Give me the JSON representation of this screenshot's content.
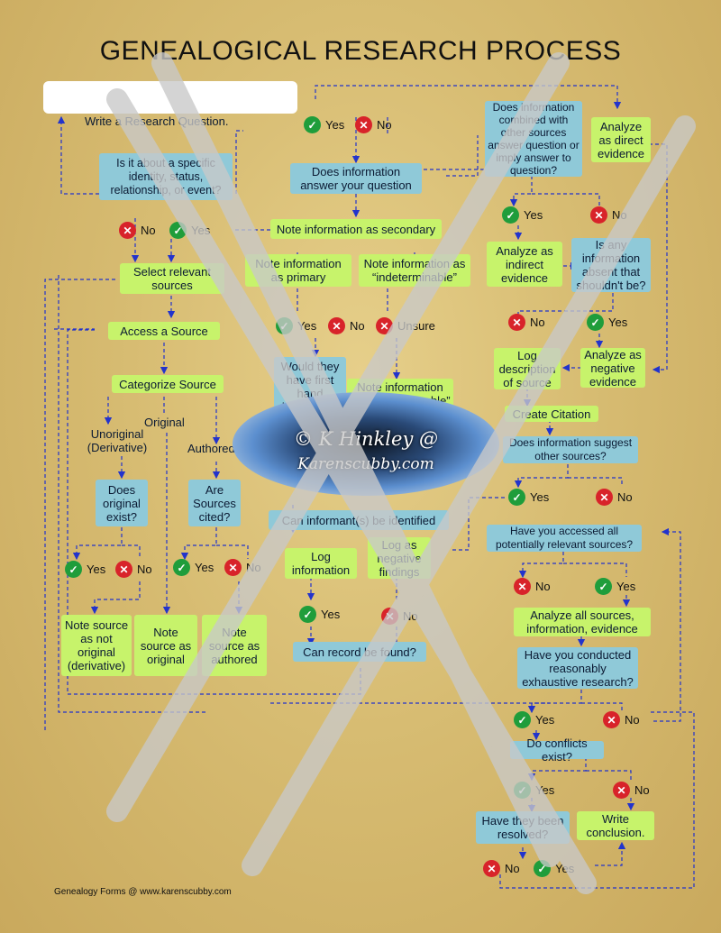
{
  "title": "GENEALOGICAL RESEARCH PROCESS",
  "boxes": {
    "write_question": "Write a Research Question.",
    "is_it_about": "Is it about a specific identity, status, relationship, or event?",
    "select_sources": "Select relevant sources",
    "access_source": "Access a Source",
    "categorize": "Categorize Source",
    "unoriginal": "Unoriginal (Derivative)",
    "original": "Original",
    "authored": "Authored",
    "does_original_exist": "Does original exist?",
    "are_sources_cited": "Are Sources cited?",
    "note_not_original": "Note source as not original (derivative)",
    "note_original": "Note source as original",
    "note_authored": "Note source as authored",
    "does_info_answer": "Does information answer your question",
    "note_secondary": "Note information as secondary",
    "note_primary": "Note information as primary",
    "note_indeterminable": "Note information as “indeterminable”",
    "would_they_have": "Would they have first hand knowledge",
    "note_info_indeterminable2": "Note information as “indeterminable”",
    "can_informant": "Can informant(s) be identified",
    "log_information": "Log information",
    "log_negative": "Log as negative findings",
    "can_record": "Can record be found?",
    "does_info_combined": "Does information combined with other sources answer question or imply answer to question?",
    "analyze_direct": "Analyze as direct evidence",
    "analyze_indirect": "Analyze as indirect evidence",
    "any_info_absent": "Is any information absent that shouldn't be?",
    "analyze_negative": "Analyze as negative evidence",
    "log_description": "Log description of source",
    "create_citation": "Create Citation",
    "suggest_other": "Does information suggest other sources?",
    "accessed_all": "Have you accessed all potentially relevant sources?",
    "analyze_all": "Analyze all sources, information, evidence",
    "reasonably_exhaustive": "Have you conducted reasonably exhaustive research?",
    "conflicts_exist": "Do conflicts exist?",
    "been_resolved": "Have they been resolved?",
    "write_conclusion": "Write conclusion."
  },
  "choices": {
    "yes": "Yes",
    "no": "No",
    "unsure": "Unsure"
  },
  "stamp": {
    "line1": "© K Hinkley @",
    "line2": "Karenscubby.com"
  },
  "footer": "Genealogy Forms @ www.karenscubby.com",
  "icons": {
    "yes": "check-circle-icon",
    "no": "x-circle-icon"
  },
  "colors": {
    "question_box": "#8fc9d8",
    "action_box": "#c7f36b",
    "arrow": "#2233cc",
    "yes_icon": "#1f9d3b",
    "no_icon": "#d8232a"
  }
}
